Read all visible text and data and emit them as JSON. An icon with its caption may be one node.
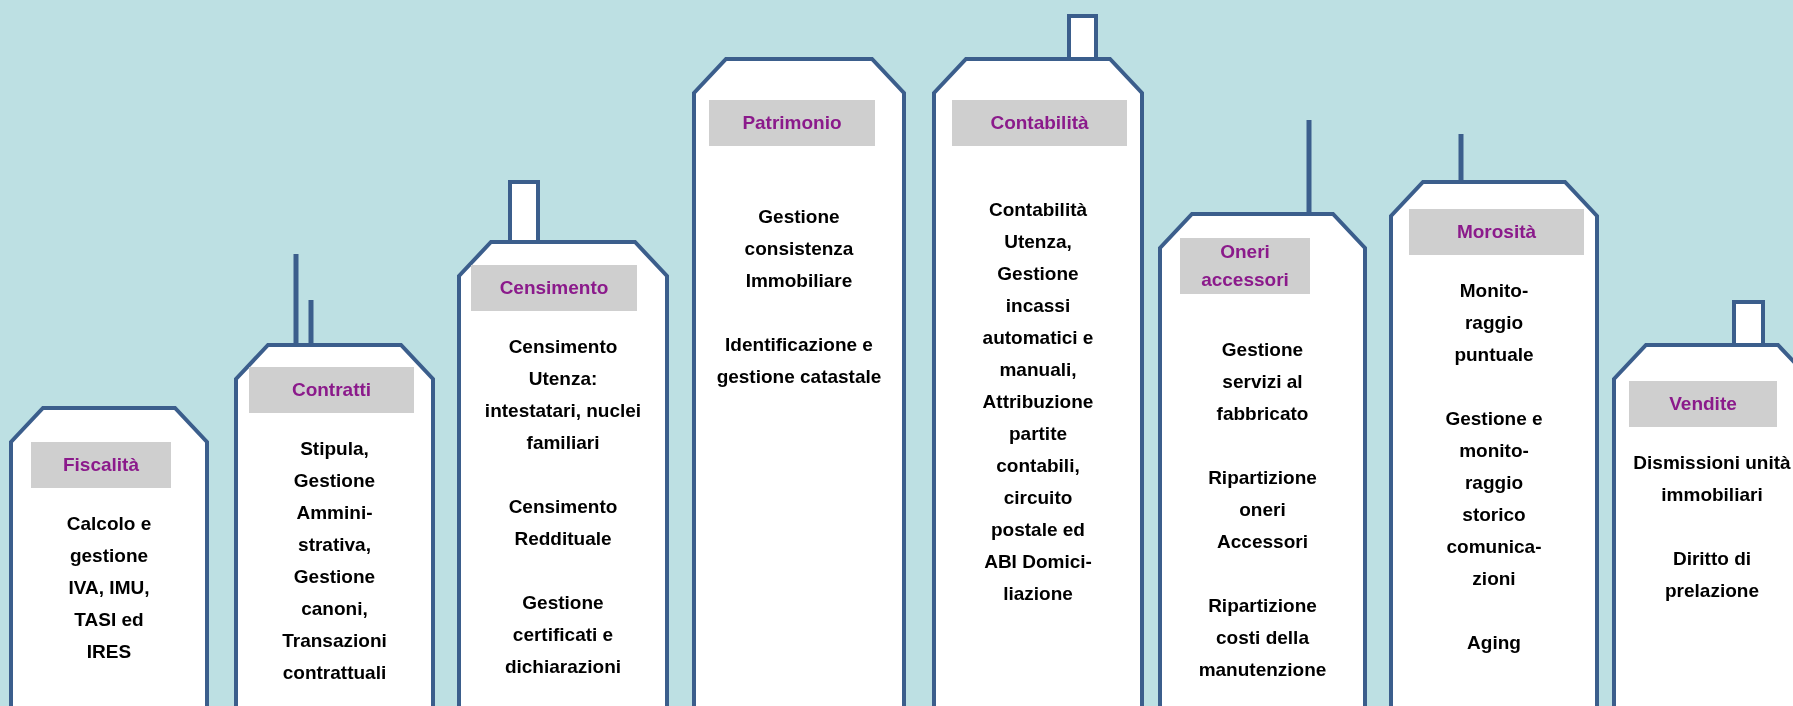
{
  "diagram": {
    "nodes": [
      {
        "text": [
          "Fiscalità",
          "Calcolo e gestione IVA, IMU, TASI ed IRES"
        ]
      },
      {
        "text": [
          "Contratti",
          "Stipula, Gestione Ammini-strativa, Gestione canoni, Transazioni contrattuali"
        ]
      },
      {
        "text": [
          "Censimento",
          "Censimento Utenza: intestatari, nuclei familiari",
          "Censimento Reddituale",
          "Gestione certificati e dichiarazioni"
        ]
      },
      {
        "text": [
          "Patrimonio",
          "Gestione consistenza Immobiliare",
          "Identificazione e gestione catastale"
        ]
      },
      {
        "text": [
          "Contabilità",
          "Contabilità Utenza, Gestione incassi automatici e manuali, Attribuzione partite contabili, circuito postale ed ABI Domici-liazione"
        ]
      },
      {
        "text": [
          "Oneri accessori",
          "Gestione servizi al fabbricato",
          "Ripartizione oneri Accessori",
          "Ripartizione costi della manutenzione"
        ]
      },
      {
        "text": [
          "Morosità",
          "Monito-raggio puntuale",
          "Gestione e monito-raggio storico comunica-zioni",
          "Aging"
        ]
      },
      {
        "text": [
          "Vendite",
          "Dismissioni unità immobiliari",
          "Diritto di prelazione"
        ]
      }
    ]
  }
}
